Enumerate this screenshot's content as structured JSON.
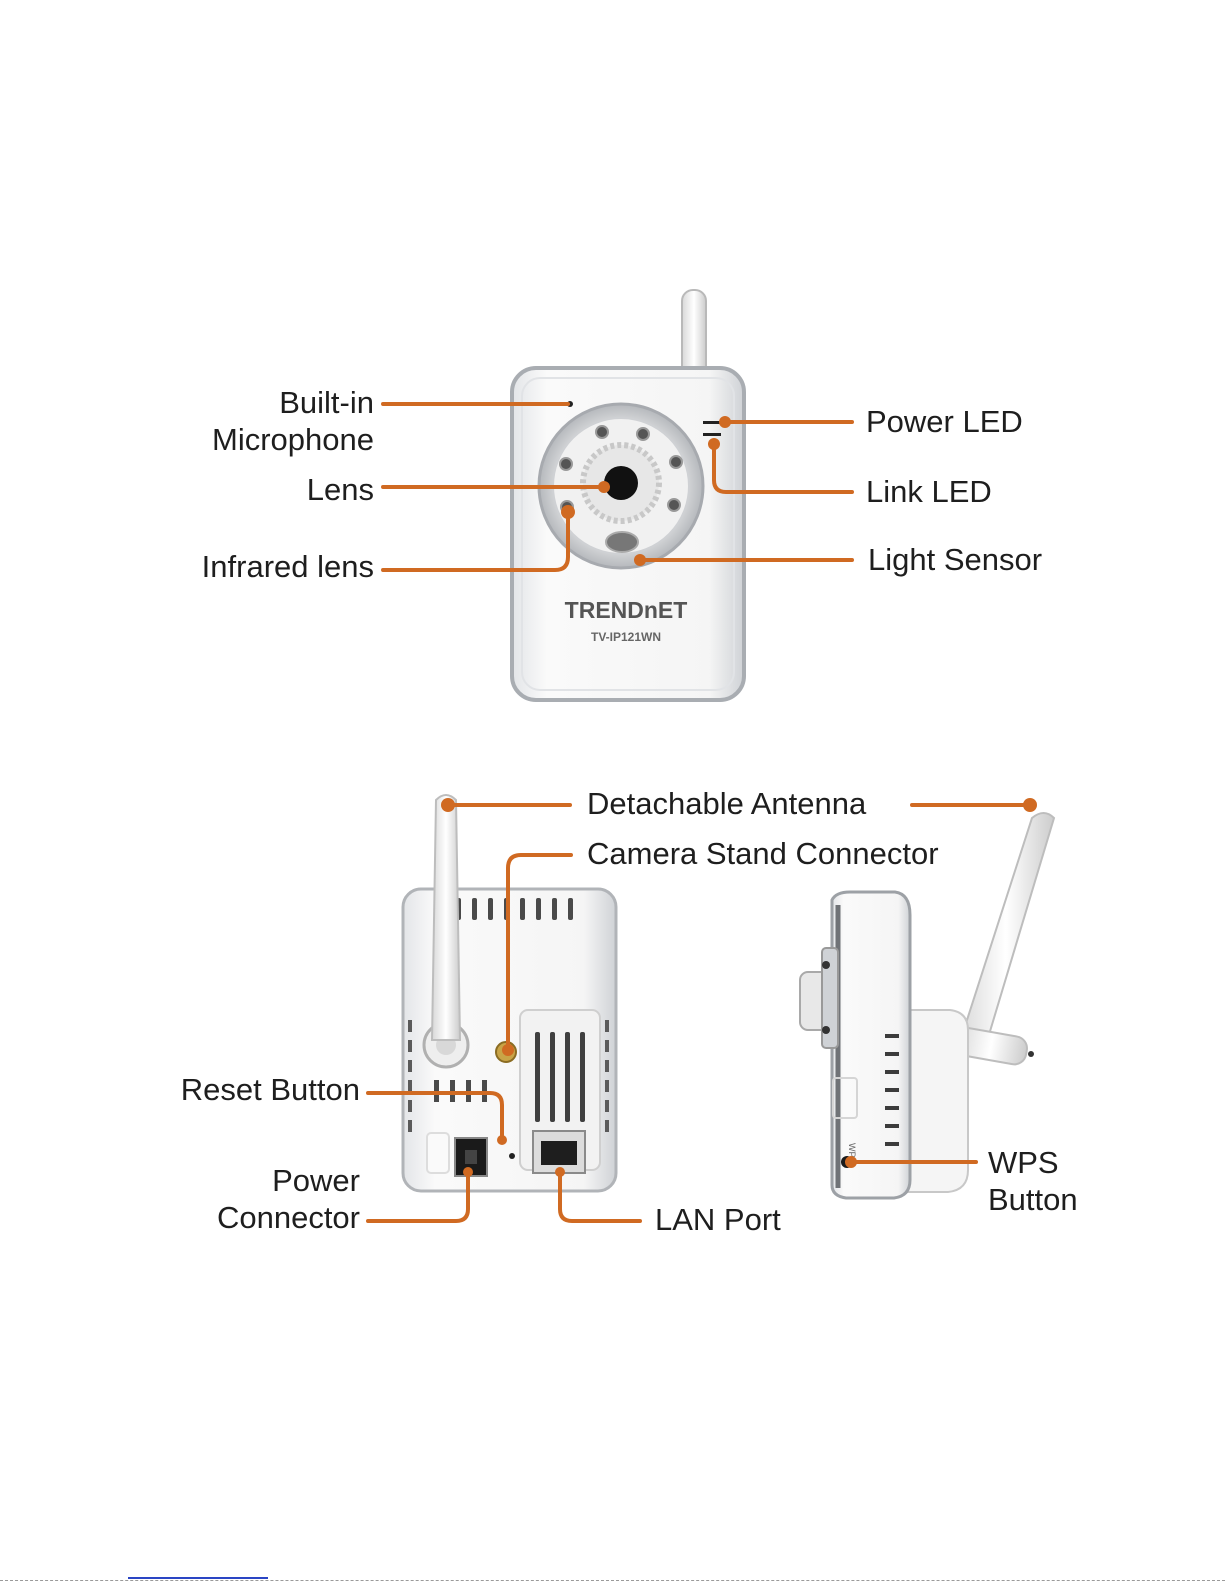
{
  "colors": {
    "callout": "#d06a22",
    "device_body": "#f4f4f4",
    "device_trim": "#b9bcc0",
    "text": "#1e1e1e"
  },
  "front_view": {
    "logo_text": "TRENDnET",
    "model_text": "TV-IP121WN",
    "labels": {
      "microphone": "Built-in\nMicrophone",
      "lens": "Lens",
      "infrared": "Infrared lens",
      "power_led": "Power LED",
      "link_led": "Link LED",
      "light_sensor": "Light Sensor"
    }
  },
  "back_view": {
    "labels": {
      "antenna": "Detachable Antenna",
      "stand": "Camera Stand Connector",
      "reset": "Reset Button",
      "power": "Power\nConnector",
      "lan": "LAN Port"
    }
  },
  "side_view": {
    "side_text": "WPS",
    "labels": {
      "wps": "WPS\nButton"
    }
  }
}
